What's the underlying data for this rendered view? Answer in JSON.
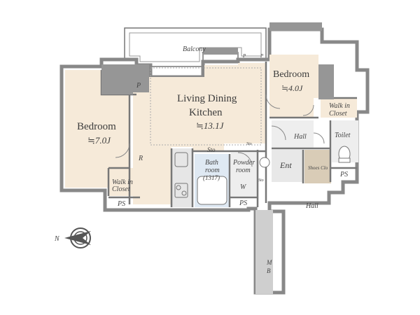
{
  "plan": {
    "colors": {
      "wood": "#f6ead9",
      "tile": "#e1e1e1",
      "wall": "#969696",
      "bath": "#dfe9f3",
      "line": "#666666",
      "closet": "#d9ccb7"
    },
    "rooms": {
      "balcony": "Balcony",
      "bedroom_left": "Bedroom",
      "bedroom_left_size": "≒7.0J",
      "ldk_line1": "Living Dining",
      "ldk_line2": "Kitchen",
      "ldk_size": "≒13.1J",
      "bedroom_right": "Bedroom",
      "bedroom_right_size": "≒4.0J",
      "walk_in_closet_right_1": "Walk in",
      "walk_in_closet_right_2": "Closet",
      "walk_in_closet_left_1": "Walk in",
      "walk_in_closet_left_2": "Closet",
      "hall_inner": "Hall",
      "toilet": "Toilet",
      "entrance": "Ent",
      "shoes_closet": "Shoes Clo",
      "ps_right": "PS",
      "ps_mid": "PS",
      "ps_left": "PS",
      "bath_line1": "Bath",
      "bath_line2": "room",
      "bath_line3": "(1317)",
      "powder_line1": "Powder",
      "powder_line2": "room",
      "w_mark": "W",
      "sto_main": "Sto",
      "sto_small_1": "Sto",
      "sto_small_2": "Sto",
      "r_mark": "R",
      "p_mark_left": "P",
      "p_mark_top1": "P",
      "p_mark_top2": "P",
      "hall_outer": "Hall",
      "mb_line1": "M",
      "mb_line2": "B",
      "north": "N"
    }
  }
}
